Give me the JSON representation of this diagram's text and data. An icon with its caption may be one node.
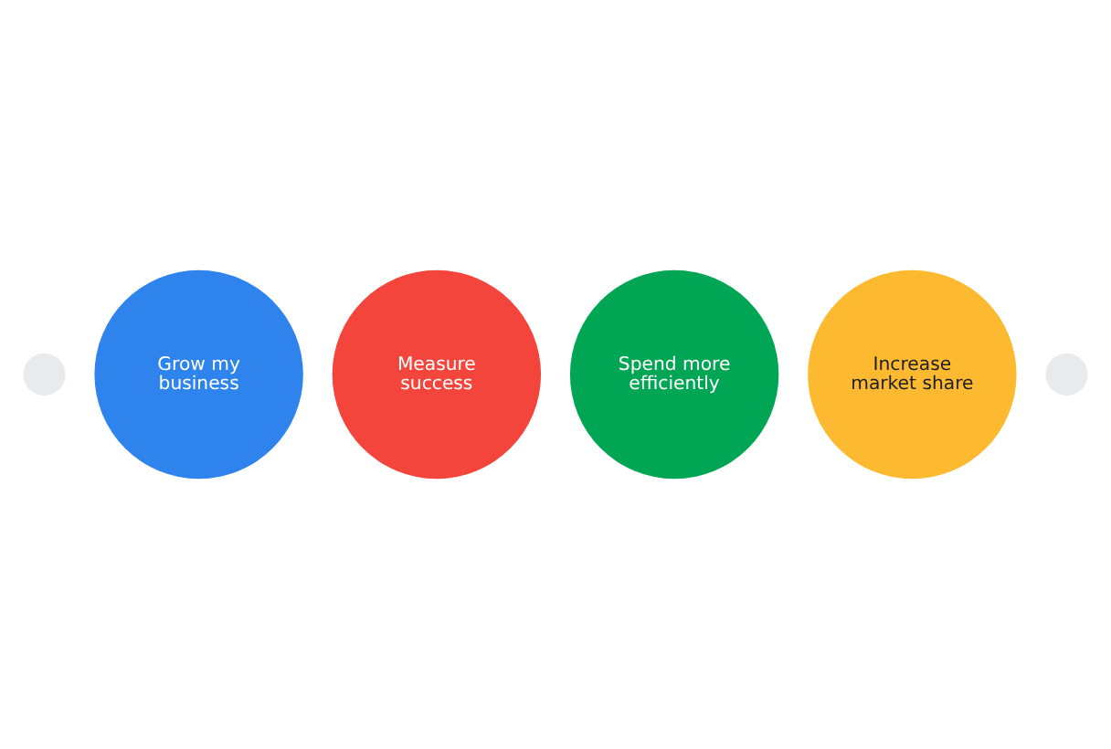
{
  "diagram": {
    "nodes": [
      {
        "text": [],
        "shape": "circle"
      },
      {
        "text": [
          "Grow my business"
        ]
      },
      {
        "text": [
          "Measure success"
        ]
      },
      {
        "text": [
          "Spend more efficiently"
        ]
      },
      {
        "text": [
          "Increase market share"
        ]
      },
      {
        "text": [],
        "shape": "circle"
      }
    ]
  }
}
